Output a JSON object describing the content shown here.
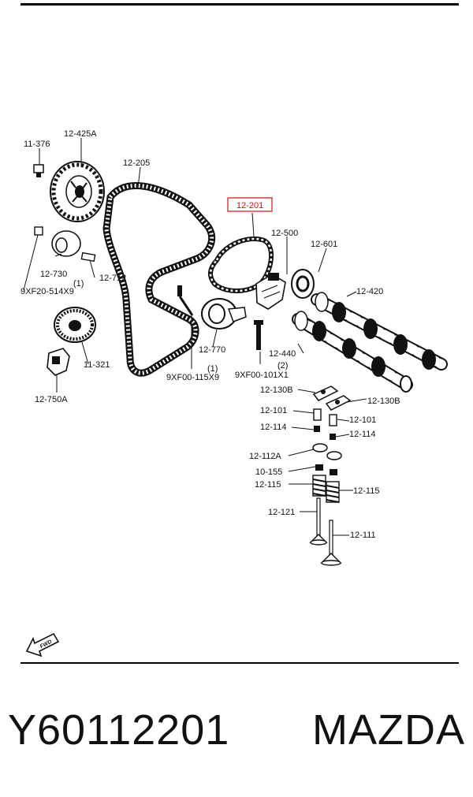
{
  "diagram": {
    "labels": {
      "l_11_376": "11-376",
      "l_12_425a": "12-425A",
      "l_12_205": "12-205",
      "l_12_201": "12-201",
      "l_12_500": "12-500",
      "l_12_601": "12-601",
      "l_12_730": "12-730",
      "l_12_712": "12-712",
      "l_1a": "(1)",
      "l_9xf20": "9XF20-514X9",
      "l_12_420": "12-420",
      "l_12_770": "12-770",
      "l_12_440": "12-440",
      "l_11_321": "11-321",
      "l_1b": "(1)",
      "l_9xf00_115": "9XF00-115X9",
      "l_2": "(2)",
      "l_9xf00_101": "9XF00-101X1",
      "l_12_750a": "12-750A",
      "l_12_130b_l": "12-130B",
      "l_12_130b_r": "12-130B",
      "l_12_101_l": "12-101",
      "l_12_101_r": "12-101",
      "l_12_114_l": "12-114",
      "l_12_114_r": "12-114",
      "l_12_112a": "12-112A",
      "l_10_155": "10-155",
      "l_12_115_l": "12-115",
      "l_12_115_r": "12-115",
      "l_12_121": "12-121",
      "l_12_111": "12-111",
      "fwd": "FWD"
    },
    "highlight_color": "#d01010"
  },
  "footer": {
    "part_number": "Y60112201",
    "brand": "MAZDA"
  }
}
